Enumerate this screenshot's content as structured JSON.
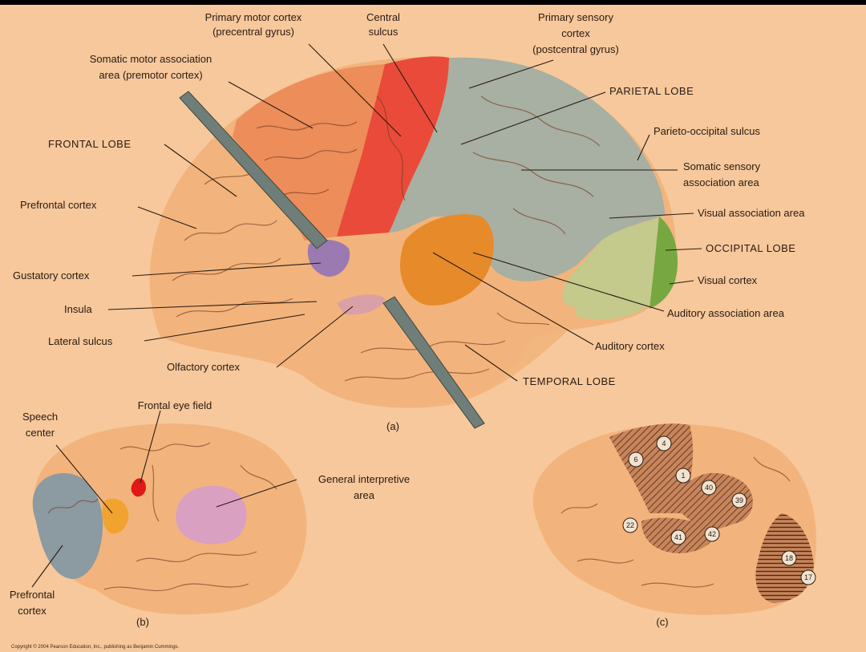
{
  "figure": {
    "panel_a": "(a)",
    "panel_b": "(b)",
    "panel_c": "(c)",
    "copyright": "Copyright © 2004 Pearson Education, Inc., publishing as Benjamin Cummings."
  },
  "labels_a": {
    "primary_motor_1": "Primary motor cortex",
    "primary_motor_2": "(precentral gyrus)",
    "central_1": "Central",
    "central_2": "sulcus",
    "primary_sensory_1": "Primary sensory",
    "primary_sensory_2": "cortex",
    "primary_sensory_3": "(postcentral gyrus)",
    "somatic_motor_1": "Somatic motor association",
    "somatic_motor_2": "area (premotor cortex)",
    "parietal_lobe": "PARIETAL LOBE",
    "frontal_lobe": "FRONTAL LOBE",
    "parieto_occipital": "Parieto-occipital sulcus",
    "somatic_sensory_1": "Somatic sensory",
    "somatic_sensory_2": "association area",
    "prefrontal": "Prefrontal cortex",
    "visual_assoc": "Visual association area",
    "occipital_lobe": "OCCIPITAL LOBE",
    "gustatory": "Gustatory cortex",
    "visual_cortex": "Visual cortex",
    "insula": "Insula",
    "auditory_assoc": "Auditory association area",
    "lateral_sulcus": "Lateral sulcus",
    "auditory_cortex": "Auditory cortex",
    "olfactory": "Olfactory cortex",
    "temporal_lobe": "TEMPORAL LOBE"
  },
  "labels_b": {
    "speech_1": "Speech",
    "speech_2": "center",
    "frontal_eye": "Frontal eye field",
    "general_interp_1": "General interpretive",
    "general_interp_2": "area",
    "prefrontal_1": "Prefrontal",
    "prefrontal_2": "cortex"
  },
  "brodmann_c": [
    "4",
    "6",
    "1",
    "40",
    "39",
    "22",
    "41",
    "42",
    "18",
    "17"
  ],
  "colors": {
    "background": "#f6c89b",
    "frontal": "#f2b47c",
    "primary_motor": "#ea4a3a",
    "premotor": "#ec8d5a",
    "sensory": "#a7b0a2",
    "visual_assoc": "#c4c98c",
    "visual_cortex": "#77a741",
    "auditory": "#e68a2a",
    "gustatory": "#9a7ab0",
    "olfactory": "#d9a0a8",
    "speech": "#f1a330",
    "frontal_eye": "#e01818",
    "interpretive": "#d9a0c2",
    "prefrontal_b": "#8c9aa2"
  }
}
